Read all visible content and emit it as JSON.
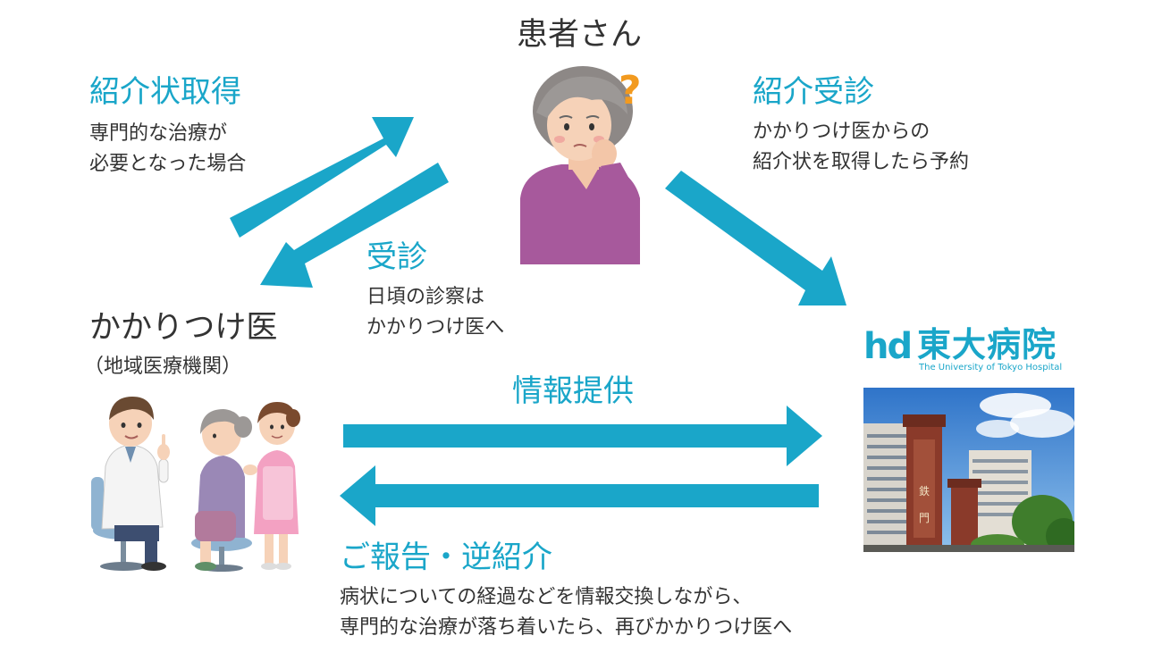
{
  "colors": {
    "accent": "#1aa6c9",
    "text": "#333333"
  },
  "patient": {
    "title": "患者さん",
    "icon": "patient-thinking-illustration"
  },
  "referral_letter": {
    "heading": "紹介状取得",
    "lines": [
      "専門的な治療が",
      "必要となった場合"
    ]
  },
  "referral_visit": {
    "heading": "紹介受診",
    "lines": [
      "かかりつけ医からの",
      "紹介状を取得したら予約"
    ]
  },
  "consultation": {
    "heading": "受診",
    "lines": [
      "日頃の診察は",
      "かかりつけ医へ"
    ]
  },
  "family_doctor": {
    "title": "かかりつけ医",
    "subtitle": "（地域医療機関）",
    "icon": "doctor-nurse-patient-illustration"
  },
  "hospital": {
    "logo_mark": "hd",
    "name": "東大病院",
    "name_en": "The University of Tokyo Hospital",
    "icon": "hospital-gate-photo"
  },
  "info_provide": {
    "heading": "情報提供"
  },
  "report_back": {
    "heading": "ご報告・逆紹介",
    "lines": [
      "病状についての経過などを情報交換しながら、",
      "専門的な治療が落ち着いたら、再びかかりつけ医へ"
    ]
  }
}
